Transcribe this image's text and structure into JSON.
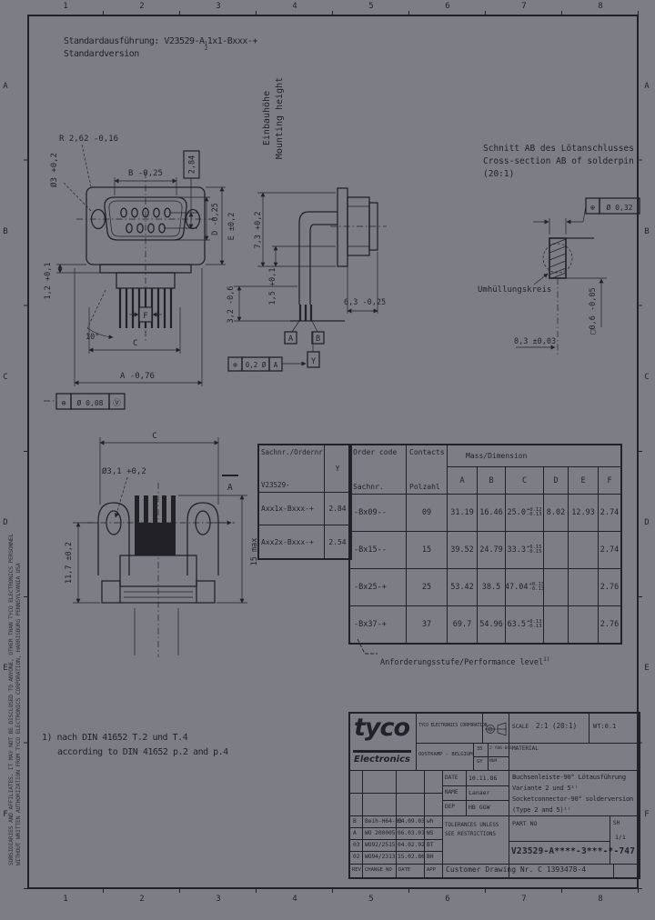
{
  "colors": {
    "bg": "#7d7d85",
    "ink": "#222226"
  },
  "grid": {
    "cols": [
      "1",
      "2",
      "3",
      "4",
      "5",
      "6",
      "7",
      "8"
    ],
    "rows": [
      "A",
      "B",
      "C",
      "D",
      "E",
      "F"
    ]
  },
  "disclaimer": {
    "line1": "SUBSIDIARIES AND AFFILIATES. IT MAY NOT BE DISCLOSED TO ANYONE, OTHER THAN TYCO ELECTRONICS PERSONNEL",
    "line2": "WITHOUT WRITTEN AUTHORIZATION FROM TYCO ELECTRONICS CORPORATION, HARRISBURG PENNSYLVANIA USA"
  },
  "header_note": {
    "prefix": "Standardausführung: V23529-A",
    "frac_top": "1",
    "frac_bot": "2",
    "suffix": "1x1-Bxxx-+",
    "line2": "Standardversion"
  },
  "din_note": {
    "line1": "1) nach DIN 41652 T.2 und T.4",
    "line2": "according to DIN 41652 p.2 and p.4"
  },
  "front_view": {
    "r": "R 2,62 -0,16",
    "dia": "Ø3 +0,2",
    "b": "B -0,25",
    "boxed": "2,84",
    "h12": "1,2 +0,1",
    "d": "D -0,25",
    "e": "E ±0,2",
    "angle": "10°",
    "f": "F",
    "c": "C",
    "a": "A -0,76"
  },
  "side_view": {
    "label_de": "Einbauhöhe",
    "label_en": "Mounting height",
    "d73": "7,3 +0,2",
    "d15": "1,5 +0,1",
    "d63": "6,3 -0,25",
    "d32": "3,2 -0,6",
    "datum_a": "A",
    "datum_b": "B",
    "y": "Y",
    "fcf": {
      "sym": "⊕",
      "tol": "0,2 Ø",
      "datum": "A"
    }
  },
  "section_view": {
    "title_de": "Schnitt AB des Lötanschlusses",
    "title_en": "Cross-section AB of solderpin",
    "scale": "(20:1)",
    "fcf": {
      "sym": "⊕",
      "tol": "Ø 0,32"
    },
    "label": "Umhüllungskreis",
    "d03": "0,3 ±0,03",
    "d06": "□0,6 -0,05"
  },
  "rear_view": {
    "fcf": {
      "sym": "⊕",
      "tol": "Ø 0,08",
      "datum": "Ⓥ"
    },
    "c": "C",
    "dia": "Ø3,1 +0,2",
    "h117": "11,7 ±0,2",
    "h15": "15 max",
    "section": "A"
  },
  "variant_table": {
    "h_order": "Sachnr./Ordernr.",
    "h_order2": "V23529-",
    "h_y": "Y",
    "rows": [
      {
        "code": "Axx1x-Bxxx-+",
        "y": "2.84"
      },
      {
        "code": "Axx2x-Bxxx-+",
        "y": "2.54"
      }
    ]
  },
  "dim_table": {
    "order_en": "Order code",
    "order_de": "Sachnr.",
    "contacts_en": "Contacts",
    "contacts_de": "Polzahl",
    "mass": "Mass/Dimension",
    "c1": "A",
    "c2": "B",
    "c3": "C",
    "c4": "D",
    "c5": "E",
    "c6": "F",
    "rows": [
      {
        "order": "-Bx09--",
        "n": "09",
        "a": "31.19",
        "b": "16.46",
        "c": "25.0",
        "ct": "+0.12",
        "cb": "-0.13",
        "d": "8.02",
        "e": "12.93",
        "f": "2.74"
      },
      {
        "order": "-Bx15--",
        "n": "15",
        "a": "39.52",
        "b": "24.79",
        "c": "33.3",
        "ct": "+0.15",
        "cb": "-0.15",
        "d": "",
        "e": "",
        "f": "2.74"
      },
      {
        "order": "-Bx25-+",
        "n": "25",
        "a": "53.42",
        "b": "38.5",
        "c": "47.04",
        "ct": "+0.13",
        "cb": "-0.13",
        "d": "",
        "e": "",
        "f": "2.76"
      },
      {
        "order": "-Bx37-+",
        "n": "37",
        "a": "69.7",
        "b": "54.96",
        "c": "63.5",
        "ct": "+0.13",
        "cb": "-0.13",
        "d": "",
        "e": "",
        "f": "2.76"
      }
    ]
  },
  "footnote": {
    "text": "Anforderungsstufe/Performance level",
    "sup": "1)"
  },
  "title_block": {
    "logo": "tyco",
    "logo_sub": "Electronics",
    "corp": "TYCO ELECTRONICS CORPORATION",
    "location": "OOSTKAMP - BELGIUM",
    "scale_label": "SCALE",
    "scale": "2:1 (20:1)",
    "wt": "WT:0.1",
    "material_label": "MATERIAL",
    "code_tl": "35",
    "code_bl": "GY",
    "code_tr": "2 Y86-046",
    "code_br": "NbM",
    "date_label": "DATE",
    "date": "10.11.86",
    "name_label": "NAME",
    "name": "Lanaer",
    "dep_label": "DEP",
    "dep": "HB GGW",
    "part_name_de1": "Buchsenleiste-90° Lötausführung",
    "part_name_de2": "Variante 2 und 5¹⁾",
    "part_name_en1": "Socketconnector-90° solderversion",
    "part_name_en2": "(Type 2 and 5)¹⁾",
    "tol1": "TOLERANCES UNLESS",
    "tol2": "SEE RESTRICTIONS",
    "part_no_label": "PART NO",
    "part_no": "V23529-A****-3***-*-747",
    "sh_label": "SH",
    "sheet": "1/1",
    "customer": "Customer Drawing Nr.  C 1393478-4",
    "rev_rows": [
      {
        "r": "B",
        "chg": "Beih-H64-03",
        "date": "04.09.03",
        "app": "wh"
      },
      {
        "r": "A",
        "chg": "WO 200005",
        "date": "06.03.01",
        "app": "WS"
      },
      {
        "r": "03",
        "chg": "WO92/2515",
        "date": "04.02.92",
        "app": "BT"
      },
      {
        "r": "02",
        "chg": "WO94/2313",
        "date": "15.02.86",
        "app": "BH"
      }
    ],
    "rev_footer": {
      "r": "REV",
      "chg": "CHANGE NO",
      "date": "DATE",
      "app": "APP"
    }
  }
}
